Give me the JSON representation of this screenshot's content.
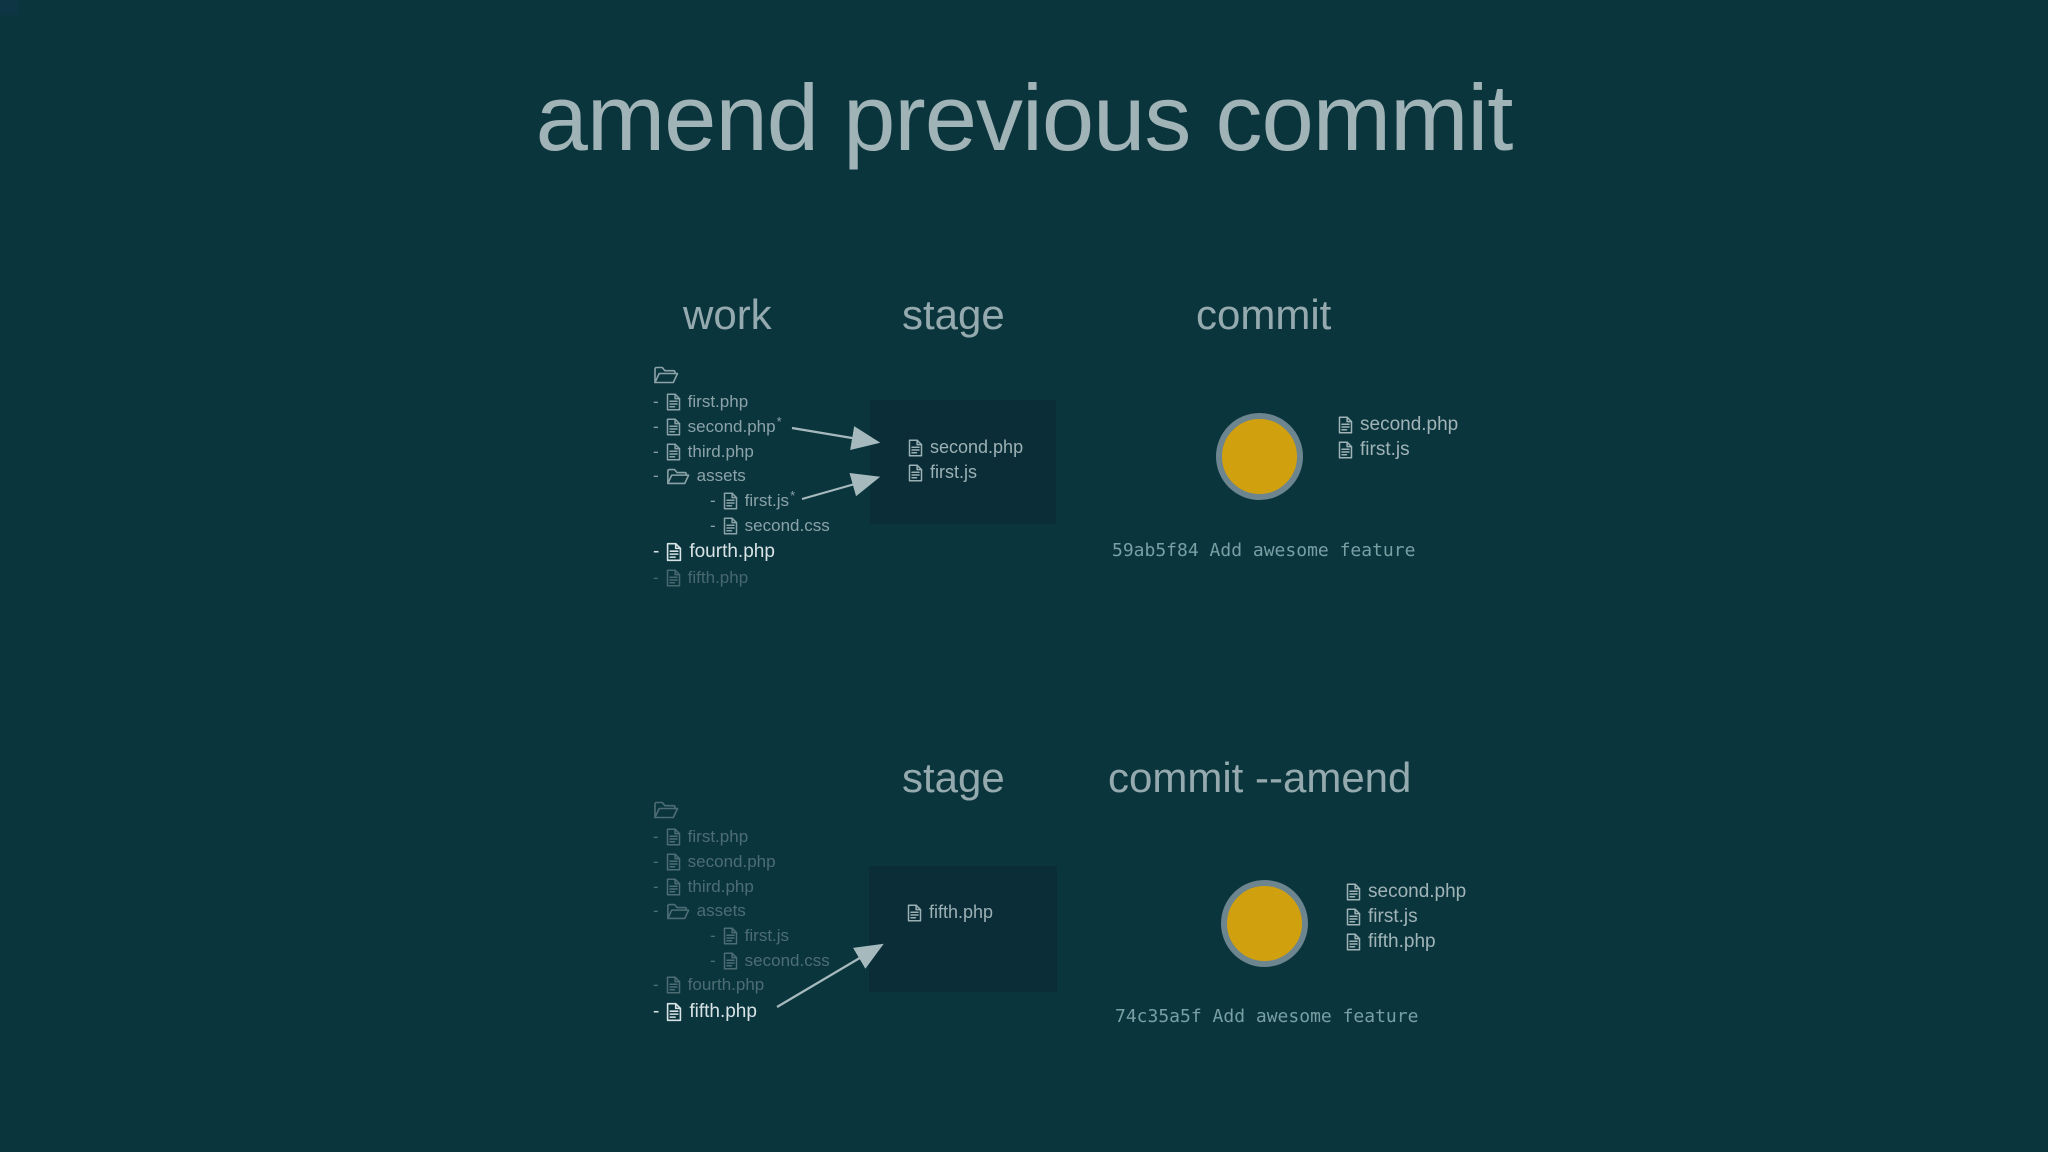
{
  "title": "amend previous commit",
  "dash": "-",
  "colors": {
    "background": "#0b353d",
    "stage_box": "#0a2d37",
    "commit_fill": "#d1a00f",
    "commit_border": "#6c858e",
    "bright_text": "#d8e3e5",
    "dim_text": "#4d6d74",
    "arrow": "#a6babd"
  },
  "icons": {
    "folder": "open-folder-icon",
    "file": "file-icon"
  },
  "top": {
    "work_label": "work",
    "stage_label": "stage",
    "commit_label": "commit",
    "tree": [
      {
        "label": "first.php",
        "mark": "",
        "state": "normal"
      },
      {
        "label": "second.php",
        "mark": "*",
        "state": "modified"
      },
      {
        "label": "third.php",
        "mark": "",
        "state": "normal"
      },
      {
        "label": "assets",
        "mark": "",
        "state": "folder"
      },
      {
        "label": "first.js",
        "mark": "*",
        "state": "modified"
      },
      {
        "label": "second.css",
        "mark": "",
        "state": "normal"
      },
      {
        "label": "fourth.php",
        "mark": "",
        "state": "bright"
      },
      {
        "label": "fifth.php",
        "mark": "",
        "state": "dim"
      }
    ],
    "stage": {
      "files": [
        "second.php",
        "first.js"
      ]
    },
    "commit": {
      "files": [
        "second.php",
        "first.js"
      ],
      "message": "59ab5f84 Add awesome feature"
    }
  },
  "bottom": {
    "stage_label": "stage",
    "commit_label": "commit --amend",
    "tree": [
      {
        "label": "first.php",
        "mark": "",
        "state": "dim"
      },
      {
        "label": "second.php",
        "mark": "",
        "state": "dim"
      },
      {
        "label": "third.php",
        "mark": "",
        "state": "dim"
      },
      {
        "label": "assets",
        "mark": "",
        "state": "dim-folder"
      },
      {
        "label": "first.js",
        "mark": "",
        "state": "dim"
      },
      {
        "label": "second.css",
        "mark": "",
        "state": "dim"
      },
      {
        "label": "fourth.php",
        "mark": "",
        "state": "dim"
      },
      {
        "label": "fifth.php",
        "mark": "",
        "state": "bright"
      }
    ],
    "stage": {
      "files": [
        "fifth.php"
      ]
    },
    "commit": {
      "files": [
        "second.php",
        "first.js",
        "fifth.php"
      ],
      "message": "74c35a5f Add awesome feature"
    }
  }
}
